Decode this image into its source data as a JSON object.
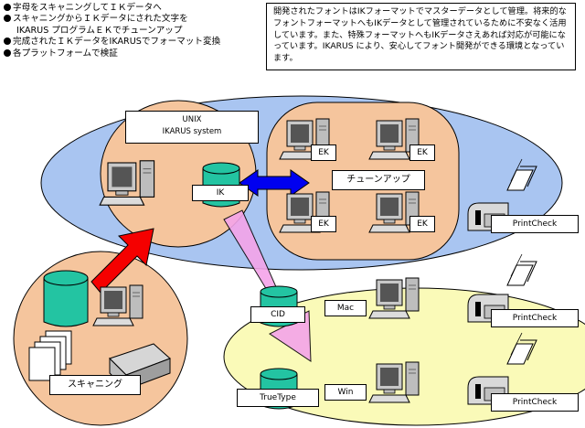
{
  "bullets": [
    "字母をスキャニングしてＩＫデータへ",
    "スキャニングからＩＫデータにされた文字を",
    "IKARUS プログラムＥＫでチューンアップ",
    "完成されたＩＫデータをIKARUSでフォーマット変換",
    "各プラットフォームで検証"
  ],
  "note": "開発されたフォントはIKフォーマットでマスターデータとして管理。将来的なフォントフォーマットへもIKデータとして管理されているために不安なく活用しています。また、特殊フォーマットへもIKデータさえあれば対応が可能になっています。IKARUS により、安心してフォント開発ができる環境となっています。",
  "unix": {
    "line1": "UNIX",
    "line2": "IKARUS system"
  },
  "labels": {
    "ik": "IK",
    "ek": "EK",
    "tuneup": "チューンアップ",
    "printcheck": "PrintCheck",
    "cid": "CID",
    "mac": "Mac",
    "truetype": "TrueType",
    "win": "Win",
    "scanning": "スキャニング"
  },
  "colors": {
    "blue_ellipse": "#a9c5f1",
    "orange_region": "#f5c59d",
    "yellow_ellipse": "#fafab8",
    "cylinder_green": "#23c4a2",
    "arrow_red": "#f50000",
    "arrow_pink": "#f4a4e9",
    "arrow_blue": "#0000f0"
  }
}
